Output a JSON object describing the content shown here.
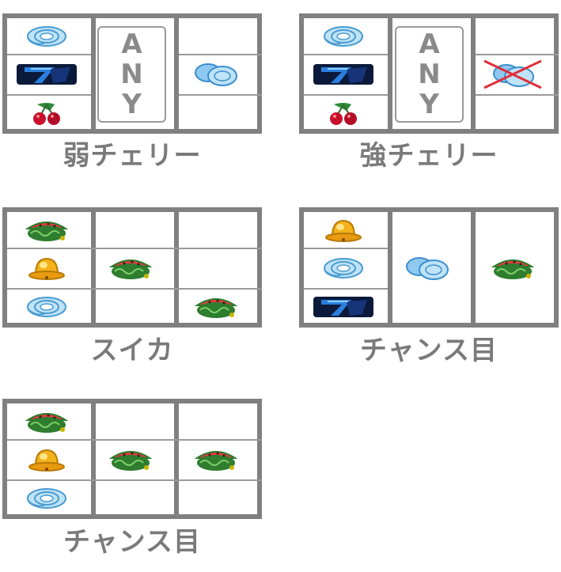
{
  "colors": {
    "grid": "#808080",
    "caption": "#7a7a7a",
    "cross": "#e0303a"
  },
  "panels": [
    {
      "caption": "弱チェリー",
      "reels": [
        [
          "blue-emblem",
          "seven-icon",
          "cherry"
        ],
        [
          "ANY"
        ],
        [
          "",
          "blue-coins",
          ""
        ]
      ]
    },
    {
      "caption": "強チェリー",
      "reels": [
        [
          "blue-emblem",
          "seven-icon",
          "cherry"
        ],
        [
          "ANY"
        ],
        [
          "",
          "blue-coins-crossed",
          ""
        ]
      ]
    },
    {
      "caption": "スイカ",
      "reels": [
        [
          "watermelon",
          "bell",
          "blue-emblem"
        ],
        [
          "",
          "watermelon",
          ""
        ],
        [
          "",
          "",
          "watermelon"
        ]
      ]
    },
    {
      "caption": "チャンス目",
      "reels": [
        [
          "bell",
          "blue-emblem",
          "seven-icon"
        ],
        [
          "",
          "blue-coins",
          ""
        ],
        [
          "",
          "watermelon",
          ""
        ]
      ]
    },
    {
      "caption": "チャンス目",
      "reels": [
        [
          "watermelon",
          "bell",
          "blue-emblem"
        ],
        [
          "",
          "watermelon",
          ""
        ],
        [
          "",
          "watermelon",
          ""
        ]
      ]
    }
  ],
  "any_text": [
    "A",
    "N",
    "Y"
  ]
}
